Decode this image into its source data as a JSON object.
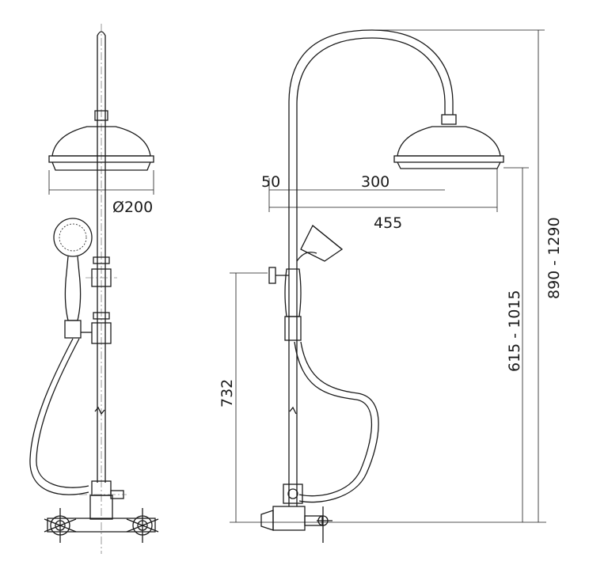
{
  "drawing": {
    "dimensions": {
      "head_diameter": "Ø200",
      "offset_small": "50",
      "arm_reach": "300",
      "total_reach": "455",
      "bar_height": "732",
      "head_height_range": "615 - 1015",
      "total_height_range": "890 - 1290"
    }
  }
}
